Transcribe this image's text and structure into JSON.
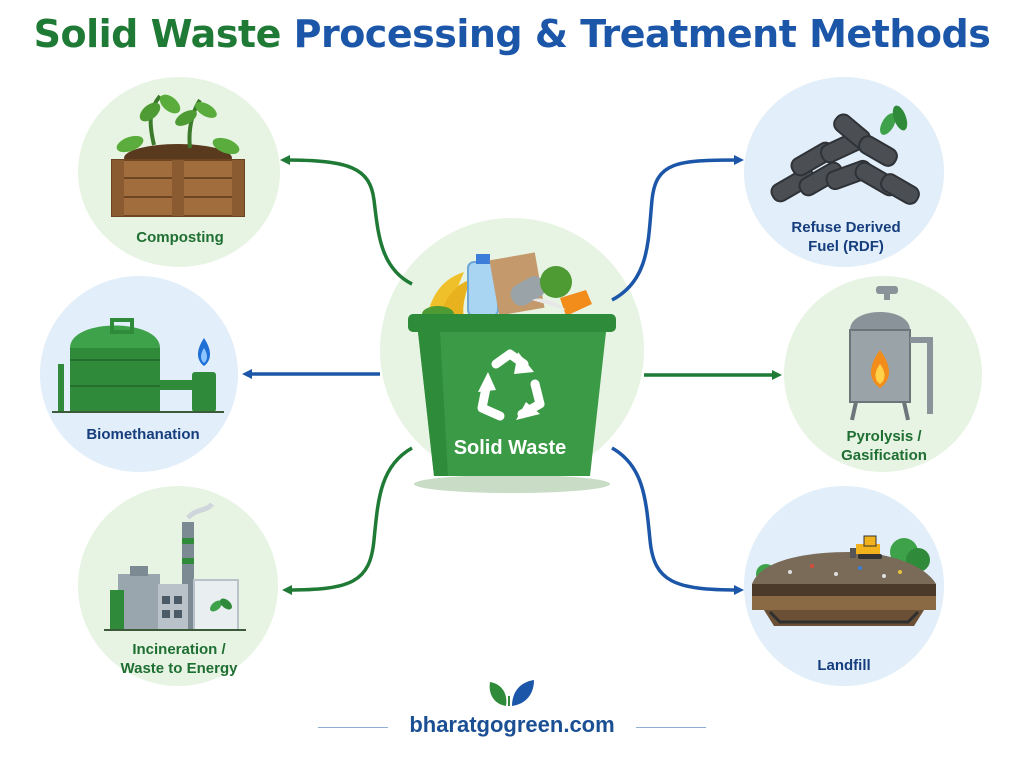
{
  "title": {
    "part1": "Solid Waste",
    "part2": "Processing & Treatment Methods"
  },
  "center": {
    "label": "Solid Waste",
    "icon": "recycle-bin-icon"
  },
  "methods": {
    "composting": {
      "label": "Composting",
      "icon": "compost-crate-icon"
    },
    "biomethanation": {
      "label": "Biomethanation",
      "icon": "biogas-plant-icon"
    },
    "incineration": {
      "line1": "Incineration /",
      "line2": "Waste to Energy",
      "icon": "power-plant-icon"
    },
    "rdf": {
      "line1": "Refuse Derived",
      "line2": "Fuel (RDF)",
      "icon": "fuel-pellets-icon"
    },
    "pyrolysis": {
      "line1": "Pyrolysis /",
      "line2": "Gasification",
      "icon": "gasifier-reactor-icon"
    },
    "landfill": {
      "label": "Landfill",
      "icon": "landfill-bulldozer-icon"
    }
  },
  "colors": {
    "green": "#1f7a35",
    "blue": "#1b56a8",
    "light_green": "#e7f4e3",
    "light_blue": "#e2eef9",
    "bin_green": "#2e8b3a"
  },
  "footer": {
    "text": "bharatgogreen.com",
    "icon": "leaf-logo-icon"
  }
}
